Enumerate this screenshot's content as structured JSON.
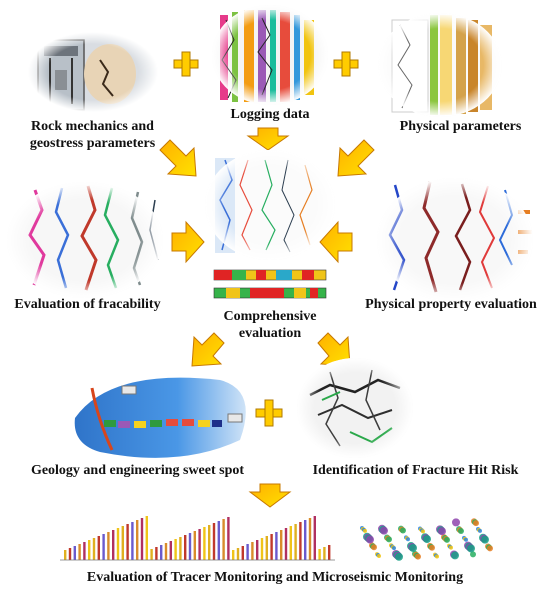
{
  "labels": {
    "rock_mechanics_line1": "Rock mechanics and",
    "rock_mechanics_line2": "geostress parameters",
    "logging_data": "Logging data",
    "physical_parameters": "Physical parameters",
    "fracability": "Evaluation of fracability",
    "physical_property": "Physical property evaluation",
    "comprehensive_line1": "Comprehensive",
    "comprehensive_line2": "evaluation",
    "sweet_spot": "Geology and engineering sweet spot",
    "fracture_hit": "Identification of Fracture Hit Risk",
    "tracer_microseismic": "Evaluation of Tracer Monitoring and Microseismic Monitoring"
  },
  "colors": {
    "arrow": "#ffcc00",
    "plus": "#ffcc00"
  }
}
